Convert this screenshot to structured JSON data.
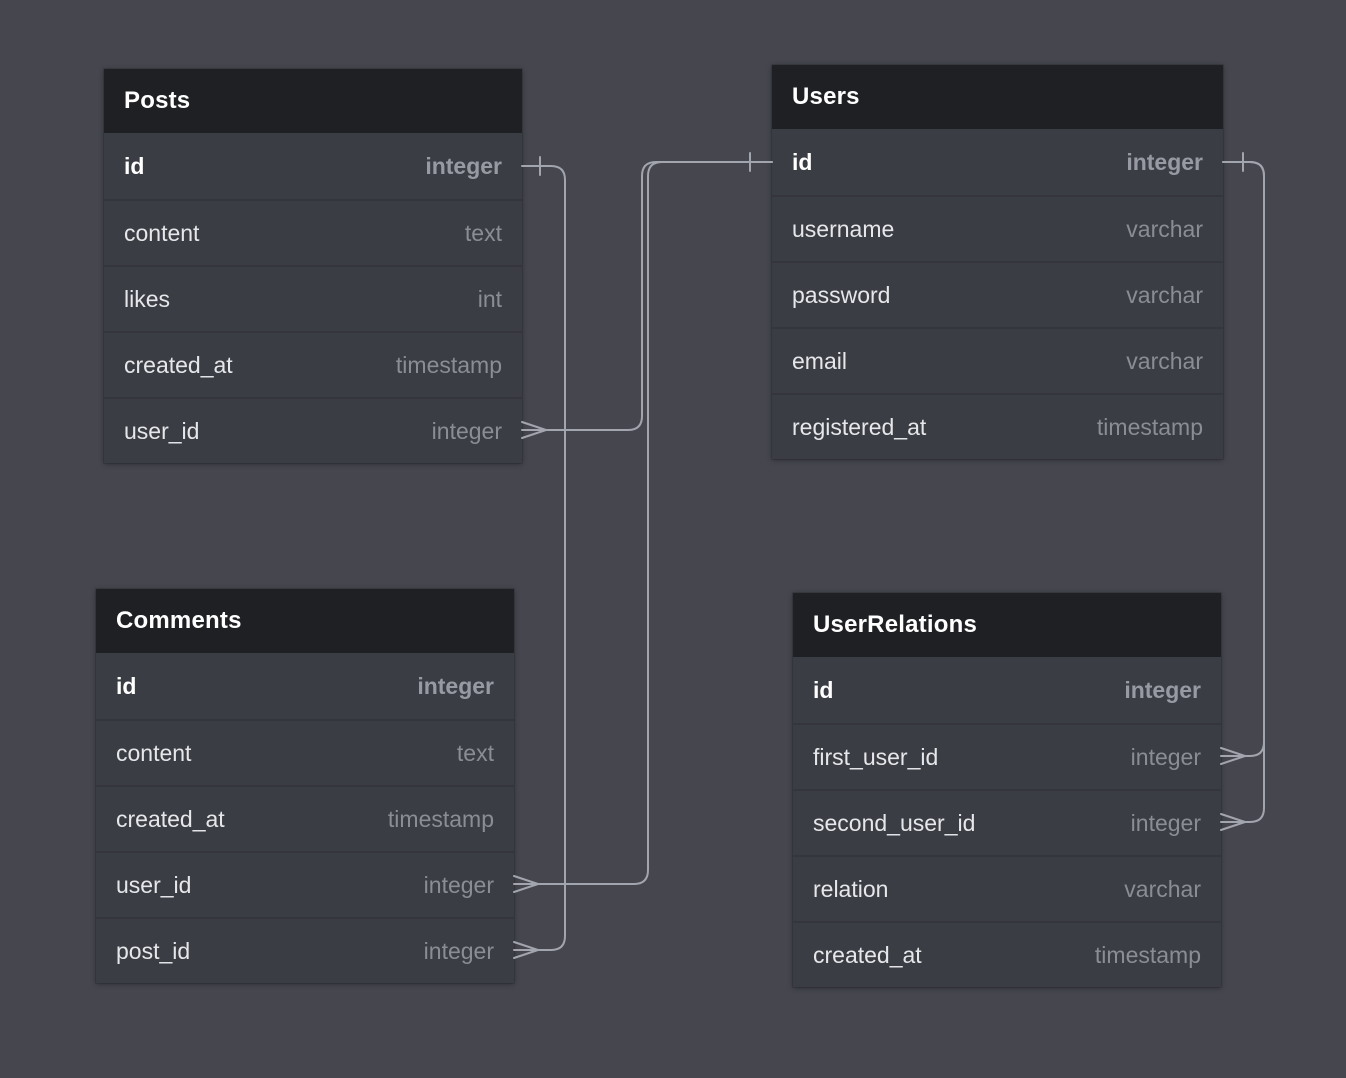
{
  "diagram": {
    "tables": [
      {
        "id": "posts",
        "title": "Posts",
        "fields": [
          {
            "name": "id",
            "type": "integer",
            "pk": true
          },
          {
            "name": "content",
            "type": "text",
            "pk": false
          },
          {
            "name": "likes",
            "type": "int",
            "pk": false
          },
          {
            "name": "created_at",
            "type": "timestamp",
            "pk": false
          },
          {
            "name": "user_id",
            "type": "integer",
            "pk": false
          }
        ]
      },
      {
        "id": "users",
        "title": "Users",
        "fields": [
          {
            "name": "id",
            "type": "integer",
            "pk": true
          },
          {
            "name": "username",
            "type": "varchar",
            "pk": false
          },
          {
            "name": "password",
            "type": "varchar",
            "pk": false
          },
          {
            "name": "email",
            "type": "varchar",
            "pk": false
          },
          {
            "name": "registered_at",
            "type": "timestamp",
            "pk": false
          }
        ]
      },
      {
        "id": "comments",
        "title": "Comments",
        "fields": [
          {
            "name": "id",
            "type": "integer",
            "pk": true
          },
          {
            "name": "content",
            "type": "text",
            "pk": false
          },
          {
            "name": "created_at",
            "type": "timestamp",
            "pk": false
          },
          {
            "name": "user_id",
            "type": "integer",
            "pk": false
          },
          {
            "name": "post_id",
            "type": "integer",
            "pk": false
          }
        ]
      },
      {
        "id": "userrelations",
        "title": "UserRelations",
        "fields": [
          {
            "name": "id",
            "type": "integer",
            "pk": true
          },
          {
            "name": "first_user_id",
            "type": "integer",
            "pk": false
          },
          {
            "name": "second_user_id",
            "type": "integer",
            "pk": false
          },
          {
            "name": "relation",
            "type": "varchar",
            "pk": false
          },
          {
            "name": "created_at",
            "type": "timestamp",
            "pk": false
          }
        ]
      }
    ],
    "relationships": [
      {
        "one": "Posts.id",
        "many": "Comments.post_id"
      },
      {
        "one": "Users.id",
        "many": "Posts.user_id"
      },
      {
        "one": "Users.id",
        "many": "Comments.user_id"
      },
      {
        "one": "Users.id",
        "many": "UserRelations.first_user_id"
      },
      {
        "one": "Users.id",
        "many": "UserRelations.second_user_id"
      }
    ],
    "colors": {
      "canvas_bg": "#45464e",
      "table_header_bg": "#1f2024",
      "table_row_bg": "#3b3d45",
      "title_color": "#ffffff",
      "field_name_color": "#e6e7ea",
      "field_type_color": "#8b8d95",
      "connector_color": "#a2a4ae"
    }
  }
}
